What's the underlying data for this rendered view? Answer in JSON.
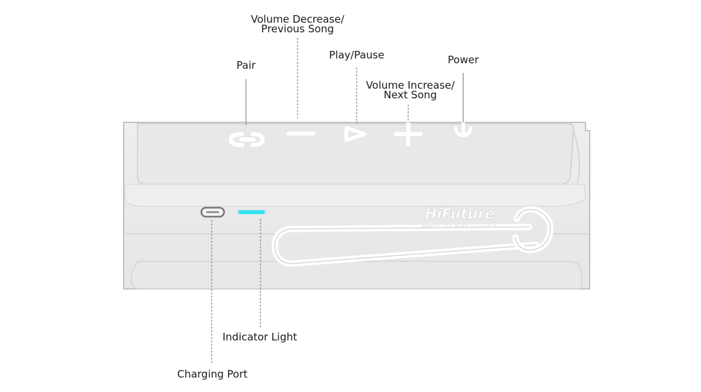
{
  "labels": {
    "volume_decrease": [
      "Volume Decrease/",
      "Previous Song"
    ],
    "pair": "Pair",
    "play_pause": "Play/Pause",
    "power": "Power",
    "volume_increase": [
      "Volume Increase/",
      "Next Song"
    ],
    "indicator_light": "Indicator Light",
    "charging_port": "Charging Port"
  },
  "logo": {
    "brand": "HiFuture",
    "tagline": "MAKES LIFE MORE VALUABLE"
  },
  "colors": {
    "speaker_body": "#ececec",
    "speaker_outline": "#bfbfbf",
    "leader_line": "#8a8a8a",
    "indicator_light": "#2fe0f0",
    "label_text": "#1a1a1a"
  },
  "icons": [
    "pair-icon",
    "minus-icon",
    "play-icon",
    "plus-icon",
    "power-icon",
    "usb-c-port-icon",
    "indicator-light",
    "strap"
  ]
}
